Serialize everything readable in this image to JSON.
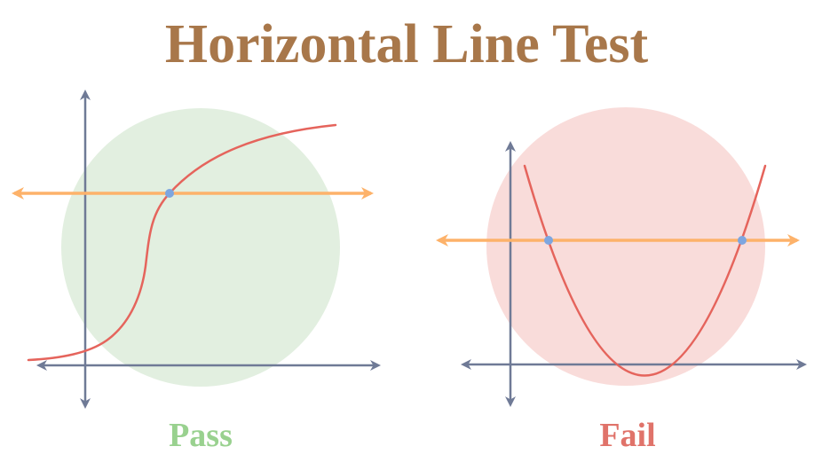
{
  "title": "Horizontal Line Test",
  "colors": {
    "title": "#A8774A",
    "axis": "#6F7A96",
    "horizontal_line": "#FDB26A",
    "curve": "#E5645C",
    "intersection_point": "#7EA6E0",
    "pass_circle": "#E2EFE0",
    "fail_circle": "#F9DCDA",
    "pass_label": "#99D18F",
    "fail_label": "#E0736A"
  },
  "panels": [
    {
      "id": "pass",
      "label": "Pass",
      "curve_type": "s-curve (one-to-one function)",
      "intersections": 1
    },
    {
      "id": "fail",
      "label": "Fail",
      "curve_type": "parabola (not one-to-one)",
      "intersections": 2
    }
  ]
}
